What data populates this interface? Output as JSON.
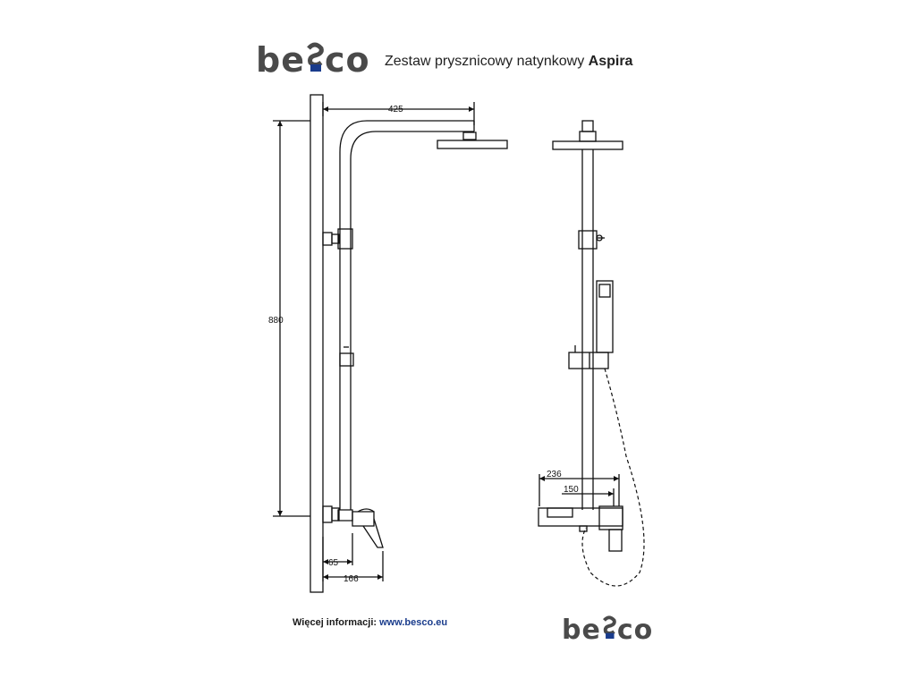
{
  "brand": {
    "logo_text_prefix": "be",
    "logo_text_mid": "s",
    "logo_text_suffix": "co",
    "logo_dark_color": "#4a4a4a",
    "logo_accent_color": "#1a3c8c"
  },
  "header": {
    "title_regular": "Zestaw prysznicowy natynkowy",
    "title_bold": "Aspira"
  },
  "dimensions": {
    "arm_length": "425",
    "total_height": "880",
    "wall_to_valve": "65",
    "wall_to_handle": "166",
    "handle_reach": "236",
    "valve_width": "150"
  },
  "footer": {
    "info_label": "Więcej informacji:",
    "info_url": "www.besco.eu"
  }
}
